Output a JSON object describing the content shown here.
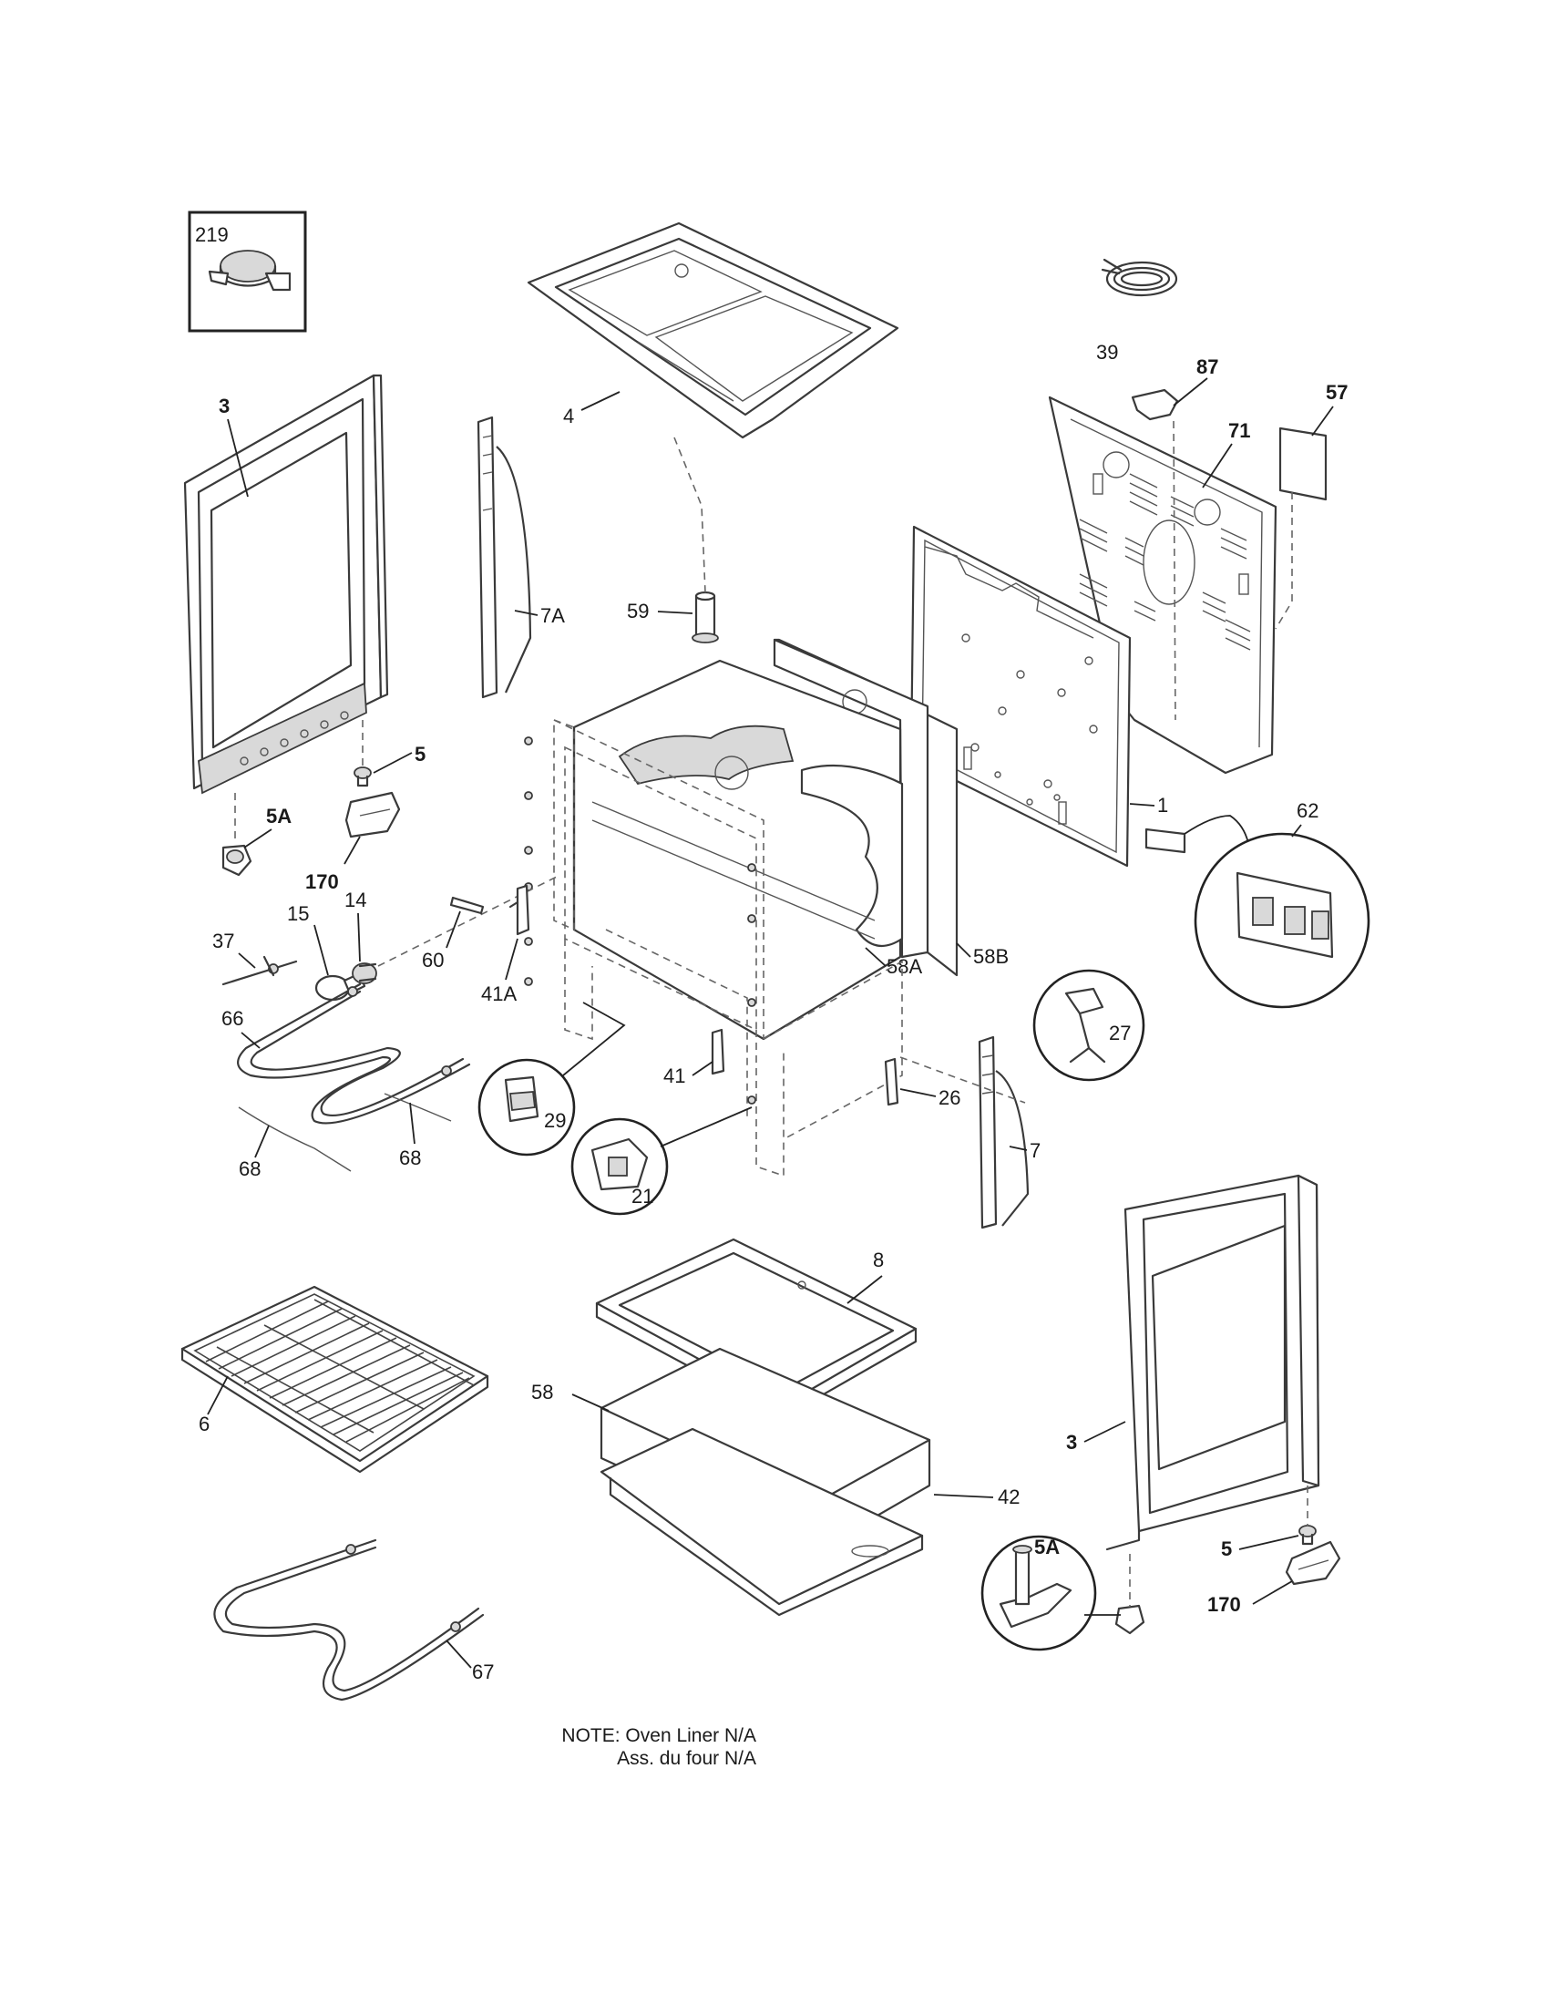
{
  "labels": {
    "p219": "219",
    "p4": "4",
    "p39": "39",
    "p87": "87",
    "p57": "57",
    "p71": "71",
    "p3_door_left": "3",
    "p7A": "7A",
    "p59": "59",
    "p5_left": "5",
    "p5A_left": "5A",
    "p170_left": "170",
    "p1": "1",
    "p62": "62",
    "p15": "15",
    "p14": "14",
    "p37": "37",
    "p60": "60",
    "p41A": "41A",
    "p58A": "58A",
    "p58B": "58B",
    "p27": "27",
    "p66": "66",
    "p68_left": "68",
    "p68_right": "68",
    "p29": "29",
    "p41": "41",
    "p26": "26",
    "p7": "7",
    "p21": "21",
    "p8": "8",
    "p6": "6",
    "p58": "58",
    "p3_door_right": "3",
    "p42": "42",
    "p5A_right": "5A",
    "p5_right": "5",
    "p170_right": "170",
    "p67": "67"
  },
  "note": {
    "line1": "NOTE: Oven Liner N/A",
    "line2": "Ass. du four N/A"
  }
}
